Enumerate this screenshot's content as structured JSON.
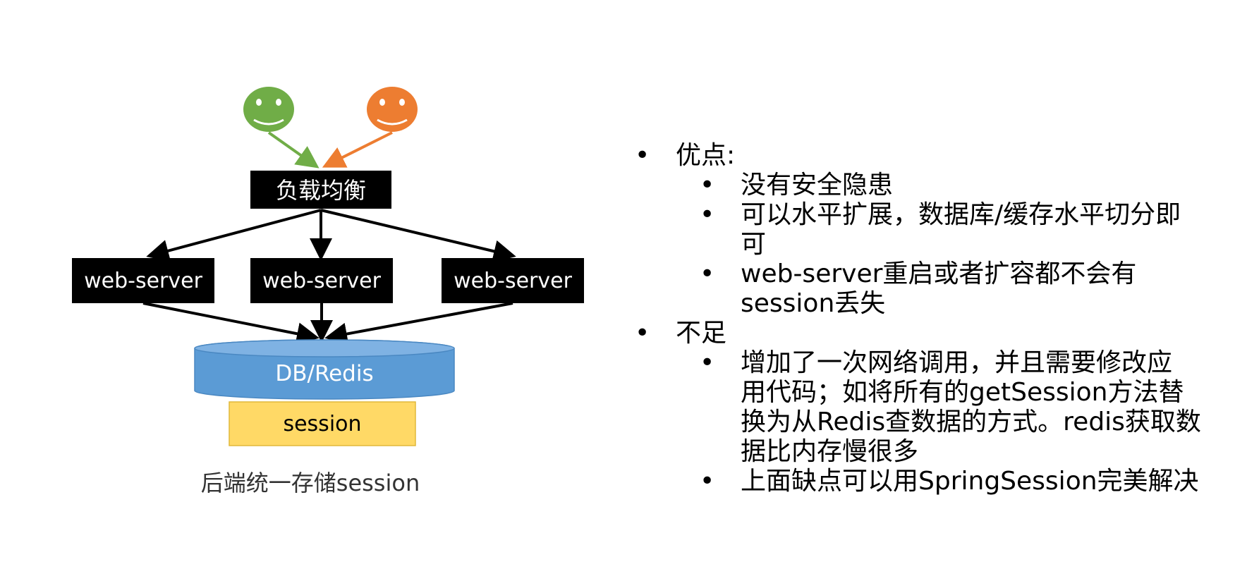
{
  "diagram": {
    "load_balancer": "负载均衡",
    "servers": [
      "web-server",
      "web-server",
      "web-server"
    ],
    "database": "DB/Redis",
    "session_box": "session",
    "caption": "后端统一存储session",
    "colors": {
      "user_left": "#70ad47",
      "user_right": "#ed7d31",
      "database": "#5b9bd5",
      "session": "#ffd966",
      "box": "#000000"
    }
  },
  "notes": {
    "bullet": "•",
    "pros_title": "优点:",
    "pros": [
      "没有安全隐患",
      "可以水平扩展，数据库/缓存水平切分即",
      "可",
      "web-server重启或者扩容都不会有",
      "session丢失"
    ],
    "cons_title": "不足",
    "cons": [
      "增加了一次网络调用，并且需要修改应",
      "用代码；如将所有的getSession方法替",
      "换为从Redis查数据的方式。redis获取数",
      "据比内存慢很多",
      "上面缺点可以用SpringSession完美解决"
    ]
  }
}
